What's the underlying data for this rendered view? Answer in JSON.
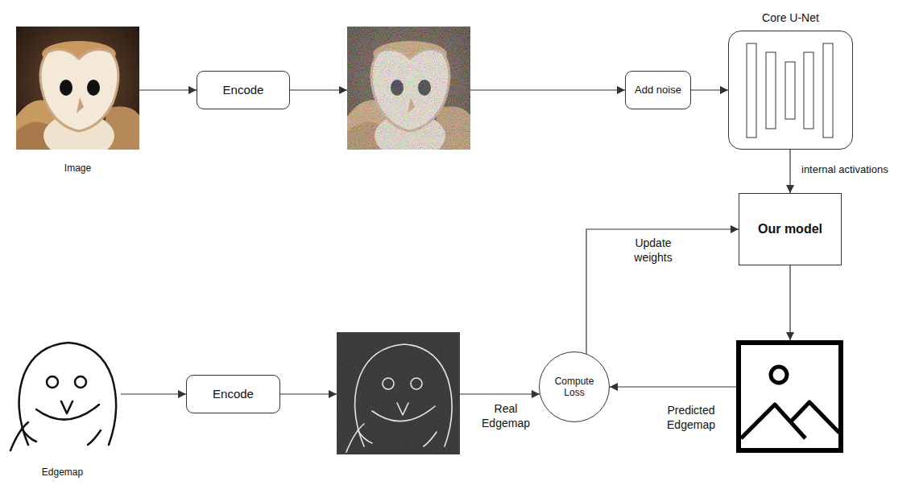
{
  "diagram": {
    "nodes": [
      {
        "text": [
          "Image"
        ]
      },
      {
        "text": [
          "Encode"
        ]
      },
      {
        "text": [
          "Add noise"
        ]
      },
      {
        "text": [
          "Core U-Net"
        ]
      },
      {
        "text": [
          "Our model"
        ]
      },
      {
        "text": [
          "Edgemap"
        ]
      },
      {
        "text": [
          "Encode"
        ]
      },
      {
        "text": [
          "Compute Loss"
        ]
      }
    ],
    "edges": [
      {
        "from": 0,
        "to": 1,
        "arrow": "to"
      },
      {
        "from": 1,
        "to": 2,
        "arrow": "to"
      },
      {
        "from": 2,
        "to": 3,
        "arrow": "to"
      },
      {
        "from": 3,
        "to": 4,
        "label": "internal activations",
        "arrow": "to"
      },
      {
        "from": 4,
        "to": 7,
        "label": "Predicted Edgemap",
        "arrow": "to"
      },
      {
        "from": 5,
        "to": 6,
        "arrow": "to"
      },
      {
        "from": 6,
        "to": 7,
        "label": "Real Edgemap",
        "arrow": "to"
      },
      {
        "from": 7,
        "to": 4,
        "label": "Update weights",
        "arrow": "to"
      }
    ]
  }
}
